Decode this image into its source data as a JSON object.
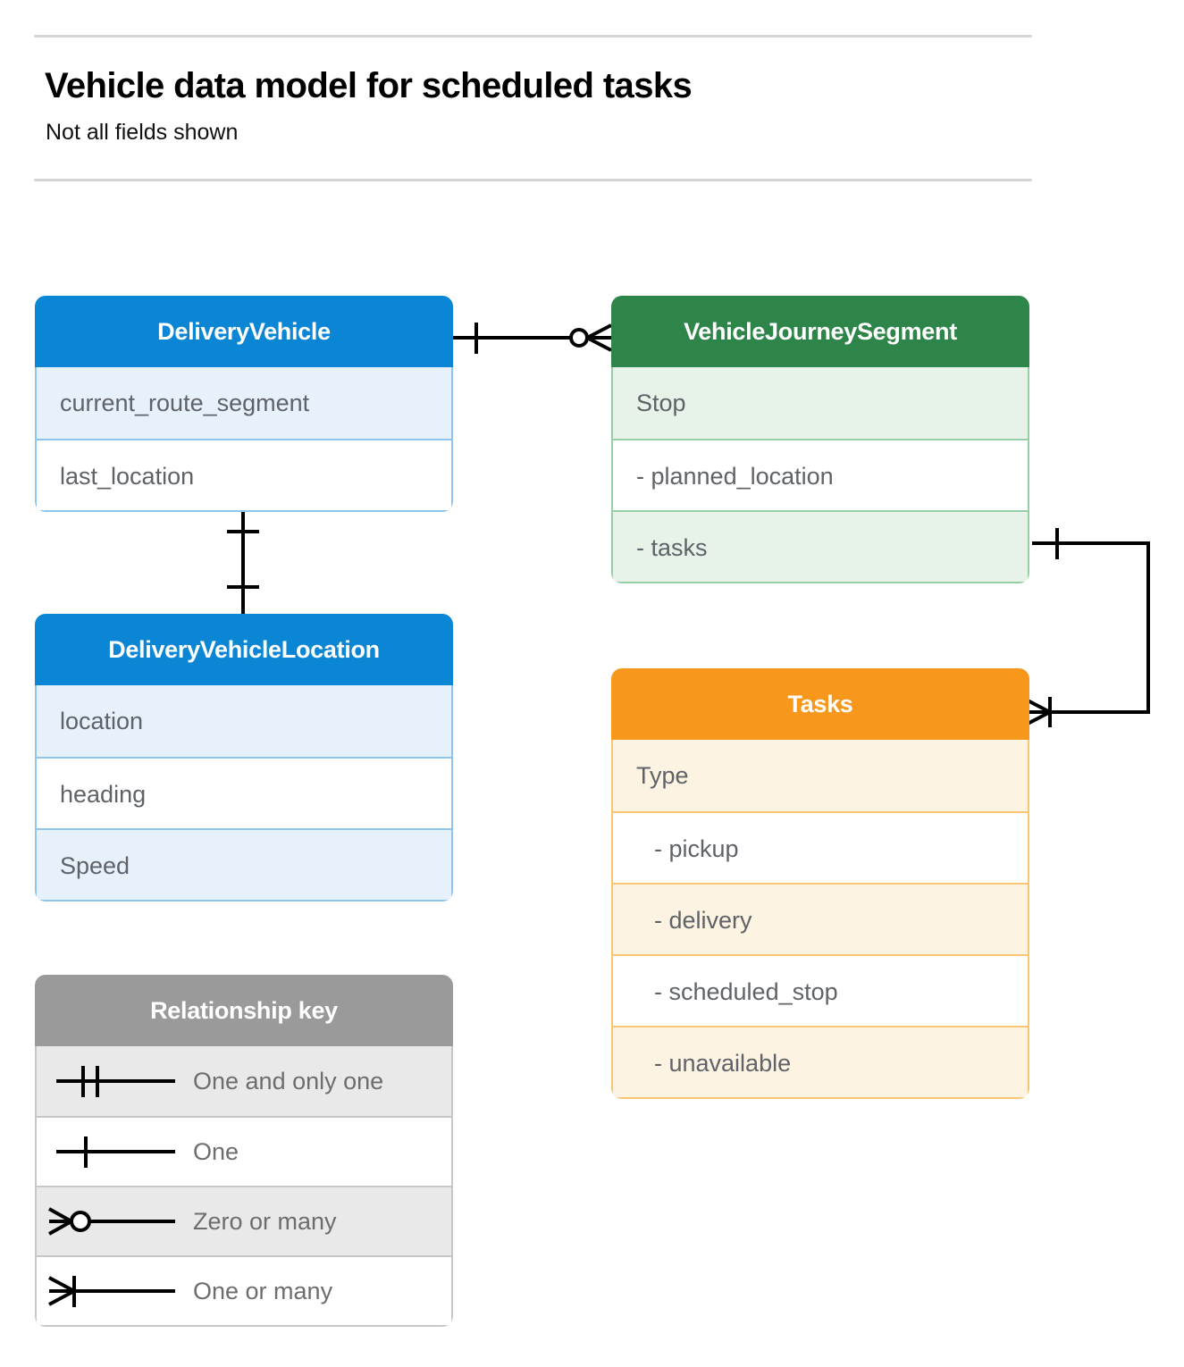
{
  "header": {
    "title": "Vehicle data model for scheduled tasks",
    "subtitle": "Not all fields shown"
  },
  "colors": {
    "blue": "#0b86d4",
    "blue_row": "#e7f1fc",
    "blue_border": "#8ec5ee",
    "green": "#2e8549",
    "green_row": "#e7f2e9",
    "green_border": "#96cfa6",
    "orange": "#f7981d",
    "orange_row": "#fdf3e3",
    "orange_border": "#f8c572",
    "gray": "#9a9a9a",
    "gray_row": "#e9e9e9",
    "gray_border": "#c7c7c7",
    "connector": "#000000",
    "rule": "#d5d5d5",
    "field_text": "#5f6368"
  },
  "entities": [
    {
      "id": "delivery-vehicle",
      "title": "DeliveryVehicle",
      "color": "blue",
      "rows": [
        {
          "label": "current_route_segment",
          "sub": false
        },
        {
          "label": "last_location",
          "sub": false
        }
      ]
    },
    {
      "id": "vehicle-journey-segment",
      "title": "VehicleJourneySegment",
      "color": "green",
      "rows": [
        {
          "label": "Stop",
          "sub": false
        },
        {
          "label": "-  planned_location",
          "sub": false
        },
        {
          "label": "- tasks",
          "sub": false
        }
      ]
    },
    {
      "id": "delivery-vehicle-location",
      "title": "DeliveryVehicleLocation",
      "color": "blue",
      "rows": [
        {
          "label": "location",
          "sub": false
        },
        {
          "label": "heading",
          "sub": false
        },
        {
          "label": "Speed",
          "sub": false
        }
      ]
    },
    {
      "id": "tasks",
      "title": "Tasks",
      "color": "orange",
      "rows": [
        {
          "label": "Type",
          "sub": false
        },
        {
          "label": "-  pickup",
          "sub": true
        },
        {
          "label": "-  delivery",
          "sub": true
        },
        {
          "label": "-  scheduled_stop",
          "sub": true
        },
        {
          "label": "-  unavailable",
          "sub": true
        }
      ]
    }
  ],
  "legend": {
    "title": "Relationship key",
    "items": [
      {
        "symbol": "one-and-only-one",
        "label": "One and only one"
      },
      {
        "symbol": "one",
        "label": "One"
      },
      {
        "symbol": "zero-or-many",
        "label": "Zero or many"
      },
      {
        "symbol": "one-or-many",
        "label": "One or many"
      }
    ]
  },
  "relationships": [
    {
      "id": "deliveryvehicle-to-journeysegment",
      "from": "DeliveryVehicle",
      "to": "VehicleJourneySegment",
      "from_cardinality": "one",
      "to_cardinality": "zero-or-many"
    },
    {
      "id": "deliveryvehicle-to-vehiclelocation",
      "from": "DeliveryVehicle",
      "to": "DeliveryVehicleLocation",
      "from_cardinality": "one",
      "to_cardinality": "one"
    },
    {
      "id": "journeysegment-tasks-to-tasks",
      "from": "VehicleJourneySegment.tasks",
      "to": "Tasks",
      "from_cardinality": "one",
      "to_cardinality": "one-or-many"
    }
  ]
}
